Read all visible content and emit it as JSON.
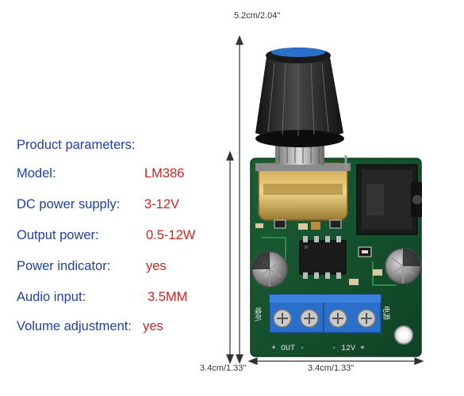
{
  "dimensions": {
    "top": "5.2cm/2.04\"",
    "left": "3.4cm/1.33\"",
    "bottom": "3.4cm/1.33\""
  },
  "parameters": {
    "heading": "Product parameters:",
    "rows": [
      {
        "label": "Model:",
        "value": "LM386"
      },
      {
        "label": "DC power supply:",
        "value": "3-12V"
      },
      {
        "label": "Output power:",
        "value": "0.5-12W"
      },
      {
        "label": "Power indicator:",
        "value": "yes"
      },
      {
        "label": "Audio input:",
        "value": "3.5MM"
      },
      {
        "label": "Volume adjustment:",
        "value": "yes"
      }
    ]
  },
  "board": {
    "terminal_left_label": "+ OUT -",
    "terminal_right_label": "- 12V +",
    "side_label_left": "喚叭",
    "side_label_right": "电源"
  },
  "colors": {
    "label_text": "#1f3fa8",
    "value_text": "#d2241f",
    "pcb": "#1e6b3a",
    "terminal": "#2a6fc9",
    "knob": "#222222"
  }
}
